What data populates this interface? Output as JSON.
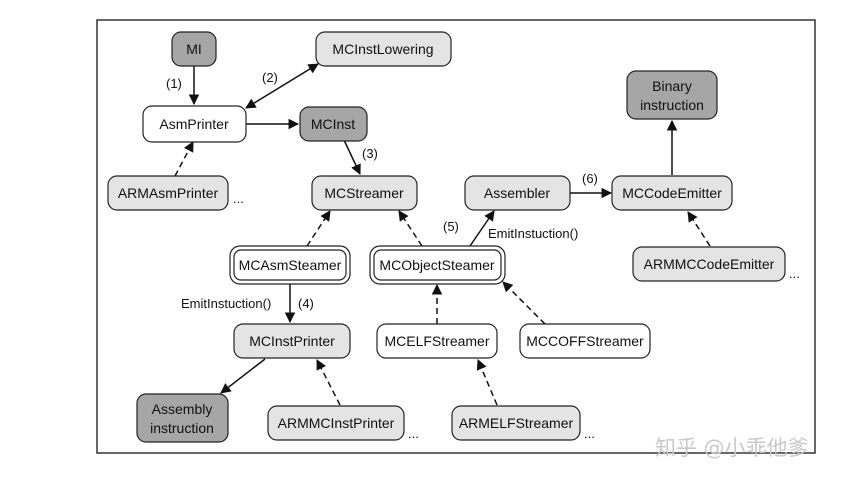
{
  "nodes": {
    "mi": "MI",
    "mcinstlowering": "MCInstLowering",
    "asmprinter": "AsmPrinter",
    "mcinst": "MCInst",
    "binary_line1": "Binary",
    "binary_line2": "instruction",
    "armasmprinter": "ARMAsmPrinter",
    "mcstreamer": "MCStreamer",
    "assembler": "Assembler",
    "mccodeemitter": "MCCodeEmitter",
    "mcasmsteamer": "MCAsmSteamer",
    "mcobjectsteamer": "MCObjectSteamer",
    "armmccodeemitter": "ARMMCCodeEmitter",
    "mcinstprinter": "MCInstPrinter",
    "mcelfstreamer": "MCELFStreamer",
    "mccoffstreamer": "MCCOFFStreamer",
    "assembly_line1": "Assembly",
    "assembly_line2": "instruction",
    "armmcinstprinter": "ARMMCInstPrinter",
    "armelfstreamer": "ARMELFStreamer"
  },
  "edge_labels": {
    "step1": "(1)",
    "step2": "(2)",
    "step3": "(3)",
    "step4": "(4)",
    "step5": "(5)",
    "step6": "(6)",
    "emit_left": "EmitInstuction()",
    "emit_right": "EmitInstuction()"
  },
  "ellipsis": "...",
  "watermark": "知乎 @小乖他爹",
  "colors": {
    "dark_node": "#a6a6a6",
    "light_node": "#e4e4e4",
    "white_node": "#ffffff"
  }
}
